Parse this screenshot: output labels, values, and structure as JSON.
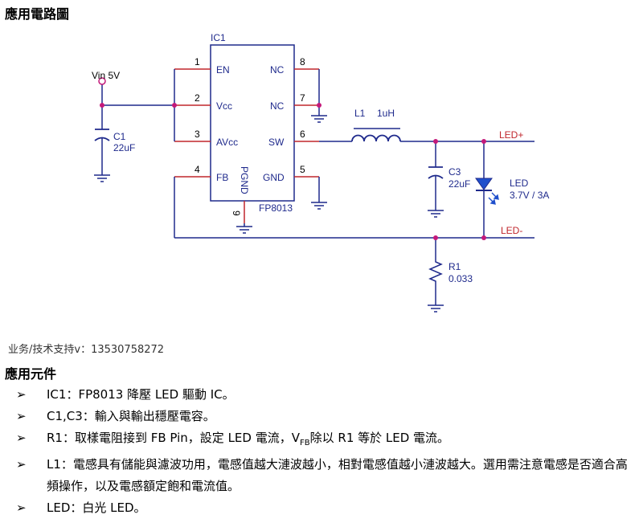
{
  "title": "應用電路圖",
  "contact": "业务/技术支持v：13530758272",
  "section_title": "應用元件",
  "bullet_glyph": "➢",
  "schematic": {
    "ic_ref": "IC1",
    "ic_part": "FP8013",
    "pins": [
      {
        "num": "1",
        "name": "EN"
      },
      {
        "num": "2",
        "name": "Vcc"
      },
      {
        "num": "3",
        "name": "AVcc"
      },
      {
        "num": "4",
        "name": "FB"
      },
      {
        "num": "5",
        "name": "GND"
      },
      {
        "num": "6",
        "name": "SW"
      },
      {
        "num": "7",
        "name": "NC"
      },
      {
        "num": "8",
        "name": "NC"
      },
      {
        "num": "9",
        "name": "PGND"
      }
    ],
    "vin": "Vin 5V",
    "c1_ref": "C1",
    "c1_val": "22uF",
    "l1_ref": "L1",
    "l1_val": "1uH",
    "c3_ref": "C3",
    "c3_val": "22uF",
    "led_ref": "LED",
    "led_val": "3.7V / 3A",
    "led_plus": "LED+",
    "led_minus": "LED-",
    "r1_ref": "R1",
    "r1_val": "0.033",
    "colors": {
      "wire": "#1f2a8c",
      "pin": "#c0262c",
      "node": "#c4197a",
      "led": "#1f4fcc"
    }
  },
  "items": [
    {
      "pre": "IC1：FP8013 降壓 LED 驅動 IC。"
    },
    {
      "pre": "C1,C3：輸入與輸出穩壓電容。"
    },
    {
      "pre": "R1：取樣電阻接到 FB Pin，設定 LED 電流，V",
      "sub": "FB",
      "post": "除以 R1 等於 LED 電流。"
    },
    {
      "pre": "L1：電感具有儲能與濾波功用，電感值越大漣波越小，相對電感值越小漣波越大。選用需注意電感是否適合高頻操作，以及電感額定飽和電流值。"
    },
    {
      "pre": "LED：白光 LED。"
    }
  ]
}
